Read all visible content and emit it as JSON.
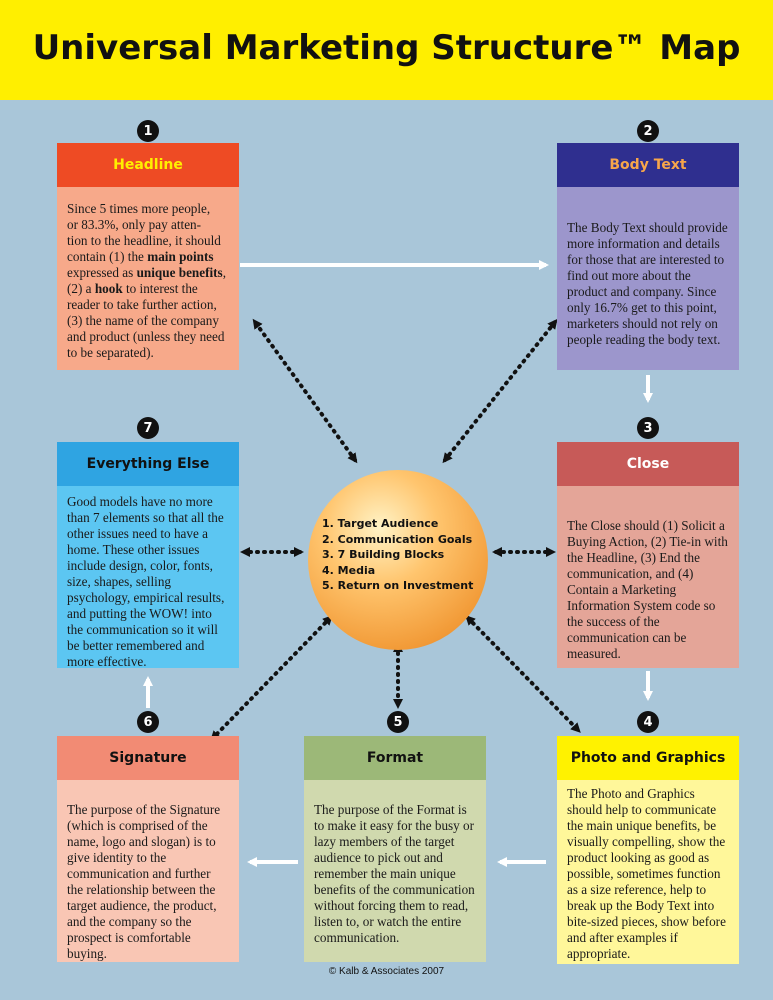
{
  "title": "Universal Marketing Structure™ Map",
  "center": {
    "items": [
      "1. Target Audience",
      "2. Communication Goals",
      "3. 7 Building Blocks",
      "4. Media",
      "5. Return on Investment"
    ]
  },
  "boxes": {
    "headline": {
      "number": "1",
      "label": "Headline",
      "text": [
        "Since 5 times more people,",
        "or 83.3%, only pay atten-",
        "tion to the headline, it should",
        "contain (1) the ",
        "main points",
        "expressed as ",
        "unique benefits",
        ",",
        "(2) a ",
        "hook",
        " to interest the",
        "reader to take further action,",
        "(3) the name  of the company",
        "and product (unless they need",
        "to be separated)."
      ]
    },
    "body_text": {
      "number": "2",
      "label": "Body Text",
      "text": "The Body Text should provide more information and details for those that are interested to find out more about the product and company. Since only 16.7% get to this point, marketers should not rely on people reading the body text."
    },
    "close": {
      "number": "3",
      "label": "Close",
      "text": "The Close should (1) Solicit a Buying Action, (2) Tie-in with the Headline, (3) End the communication, and (4) Contain a Marketing Information System code so the success of the communication can be measured."
    },
    "photo_graphics": {
      "number": "4",
      "label": "Photo and Graphics",
      "text": "The Photo and Graphics should help to communicate the main unique benefits, be visually compelling, show the product looking as good as possible, sometimes function as a size reference, help to break up the Body Text into bite-sized pieces, show before and after examples if appropriate."
    },
    "format": {
      "number": "5",
      "label": "Format",
      "text": "The purpose of the Format is to make it easy for the busy or lazy members of the target audience to pick out and remember the main unique benefits of the communication without forcing them to read, listen to, or watch the entire communication."
    },
    "signature": {
      "number": "6",
      "label": "Signature",
      "text": "The purpose of the Signature (which is comprised of the name, logo and slogan) is to give identity to the communication and further the relationship between the target audience, the product, and the company so the prospect is comfortable buying."
    },
    "everything_else": {
      "number": "7",
      "label": "Everything Else",
      "text": "Good models have no more than 7 elements so that all the other issues need to have a home. These other issues include design, color, fonts, size, shapes, selling psychology, empirical results, and putting the WOW! into the communication so it will be better remembered and more effective."
    }
  },
  "footer": "© Kalb & Associates 2007",
  "colors": {
    "background": "#a9c6d9",
    "header": "#ffef00",
    "headline_head": "#ee4b24",
    "headline_body": "#f7a98a",
    "body_head": "#2f2f8f",
    "body_body": "#9c96cc",
    "close_head": "#c75a58",
    "close_body": "#e4a598",
    "photo_head": "#fff200",
    "photo_body": "#fff79a",
    "format_head": "#9cb878",
    "format_body": "#d0d9ae",
    "signature_head": "#f28b74",
    "signature_body": "#f9c6b4",
    "else_head": "#2fa4e2",
    "else_body": "#5cc6f2"
  }
}
